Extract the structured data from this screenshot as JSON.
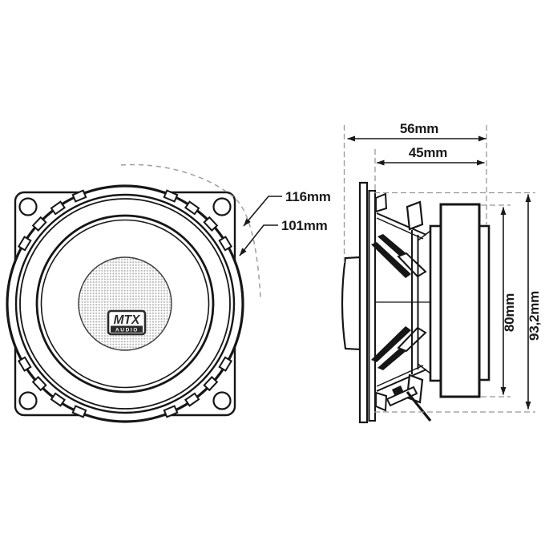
{
  "logo": {
    "brand": "MTX",
    "sub": "AUDIO"
  },
  "dimensions": {
    "outer_diameter": "116mm",
    "cutout_diameter": "101mm",
    "total_depth": "56mm",
    "mounting_depth": "45mm",
    "magnet_height": "80mm",
    "overall_height": "93,2mm"
  },
  "colors": {
    "line": "#1a1a1a",
    "dashed_guide": "#979797",
    "dot_texture": "#b8b8b8",
    "background": "#ffffff"
  }
}
